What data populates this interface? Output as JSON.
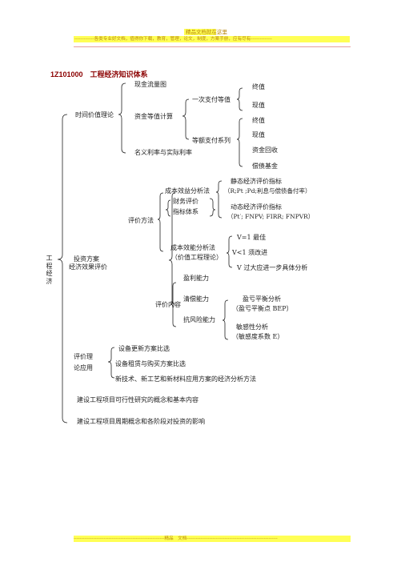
{
  "header": {
    "line1": "精品文档就在这里",
    "line2": "-------------各类专业好文档，值得你下载，教育，管理，论文，制度，方案手册，应有尽有--------------",
    "line3": "--------------------------------------------------------------------------------------------------------------------------------"
  },
  "title": "1Z101000　工程经济知识体系",
  "root": "工程经济",
  "time_value": {
    "label": "时间价值理论",
    "cash_flow": "现金流量图",
    "equivalence": "资金等值计算",
    "single_payment": "一次支付等值",
    "sp_final": "终值",
    "sp_present": "现值",
    "series": "等额支付系列",
    "se_final": "终值",
    "se_present": "现值",
    "se_recovery": "资金回收",
    "se_sinking": "偿债基金",
    "rates": "名义利率与实际利率"
  },
  "investment": {
    "label1": "投资方案",
    "label2": "经济效果评价",
    "methods": "评价方法",
    "cost_benefit": "成本效益分析法",
    "financial_eval": "财务评价",
    "index_system": "指标体系",
    "static": "静态经济评价指标",
    "static_detail": "（R;Pt ;Pd;利息与偿债备付率）",
    "dynamic": "动态经济评价指标",
    "dynamic_detail": "（Pt′; FNPV; FIRR; FNPVR）",
    "cost_effect": "成本效能分析法",
    "value_eng": "（价值工程理论）",
    "v_eq": "V=1 最佳",
    "v_lt": "V<1 须改进",
    "v_gt": "V 过大应进一步具体分析",
    "content": "评价内容",
    "profit": "盈利能力",
    "solvency": "清偿能力",
    "risk": "抗风险能力",
    "breakeven": "盈亏平衡分析",
    "bep": "（盈亏平衡点 BEP）",
    "sensitivity": "敏感性分析",
    "sens_coef": "（敏感度系数 E）"
  },
  "application": {
    "label1": "评价理",
    "label2": "论应用",
    "renewal": "设备更新方案比选",
    "lease": "设备租赁与购买方案比选",
    "newtech": "新技术、新工艺和新材料应用方案的经济分析方法"
  },
  "feasibility": "建设工程项目可行性研究的概念和基本内容",
  "lifecycle": "建设工程项目周期概念和各阶段对投资的影响",
  "footer": {
    "text": "------------------------------------------------------------精品　文档------------------------------------------------------------"
  }
}
